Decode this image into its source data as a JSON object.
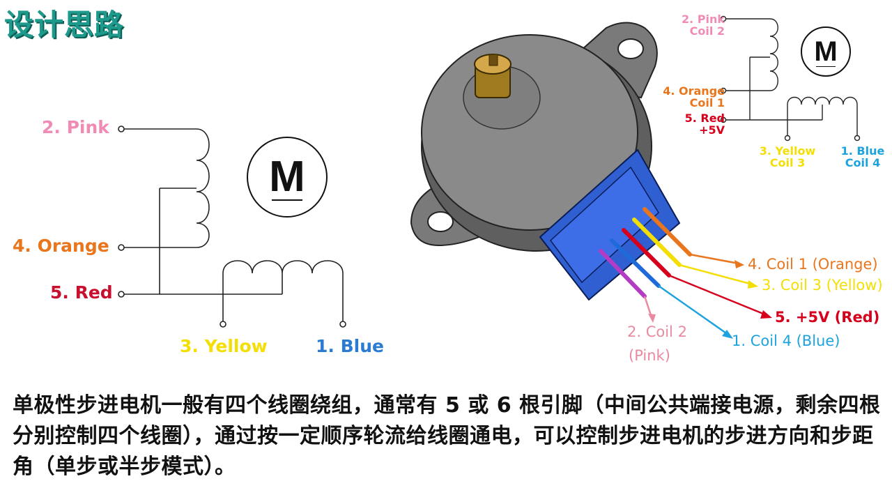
{
  "title": "设计思路",
  "left_schematic": {
    "wires": [
      {
        "label": "2. Pink",
        "color": "#f08bb6"
      },
      {
        "label": "4. Orange",
        "color": "#e9761c"
      },
      {
        "label": "5. Red",
        "color": "#c8102e"
      },
      {
        "label": "3. Yellow",
        "color": "#f3df05"
      },
      {
        "label": "1. Blue",
        "color": "#2a7bd1"
      }
    ],
    "motor_symbol": "M"
  },
  "right_schematic": {
    "labels": [
      {
        "line1": "2. Pink",
        "line2": "Coil 2",
        "color": "#f08bb6"
      },
      {
        "line1": "4. Orange",
        "line2": "Coil 1",
        "color": "#e9761c"
      },
      {
        "line1": "5. Red",
        "line2": "+5V",
        "color": "#d6001c"
      },
      {
        "line1": "3. Yellow",
        "line2": "Coil 3",
        "color": "#f3df05"
      },
      {
        "line1": "1. Blue",
        "line2": "Coil 4",
        "color": "#1da3dd"
      }
    ],
    "motor_symbol": "M"
  },
  "motor_callouts": [
    {
      "text": "4. Coil 1 (Orange)",
      "color": "#e9761c"
    },
    {
      "text": "3. Coil 3 (Yellow)",
      "color": "#f3df05"
    },
    {
      "text": "5. +5V (Red)",
      "color": "#d6001c"
    },
    {
      "text": "1. Coil 4 (Blue)",
      "color": "#1da3dd"
    },
    {
      "text": "2. Coil 2",
      "color": "#e88aa0"
    },
    {
      "text": "(Pink)",
      "color": "#e88aa0"
    }
  ],
  "description": "单极性步进电机一般有四个线圈绕组，通常有 5 或 6 根引脚（中间公共端接电源，剩余四根分别控制四个线圈），通过按一定顺序轮流给线圈通电，可以控制步进电机的步进方向和步距角（单步或半步模式）。"
}
